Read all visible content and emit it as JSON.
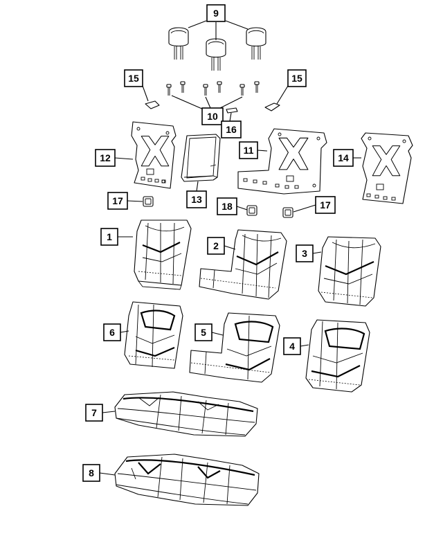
{
  "diagram": {
    "callouts": [
      {
        "id": "callout-9",
        "label": "9"
      },
      {
        "id": "callout-15a",
        "label": "15"
      },
      {
        "id": "callout-15b",
        "label": "15"
      },
      {
        "id": "callout-10",
        "label": "10"
      },
      {
        "id": "callout-16",
        "label": "16"
      },
      {
        "id": "callout-12",
        "label": "12"
      },
      {
        "id": "callout-11",
        "label": "11"
      },
      {
        "id": "callout-14",
        "label": "14"
      },
      {
        "id": "callout-13",
        "label": "13"
      },
      {
        "id": "callout-17a",
        "label": "17"
      },
      {
        "id": "callout-18",
        "label": "18"
      },
      {
        "id": "callout-17b",
        "label": "17"
      },
      {
        "id": "callout-1",
        "label": "1"
      },
      {
        "id": "callout-2",
        "label": "2"
      },
      {
        "id": "callout-3",
        "label": "3"
      },
      {
        "id": "callout-6",
        "label": "6"
      },
      {
        "id": "callout-5",
        "label": "5"
      },
      {
        "id": "callout-4",
        "label": "4"
      },
      {
        "id": "callout-7",
        "label": "7"
      },
      {
        "id": "callout-8",
        "label": "8"
      }
    ]
  }
}
